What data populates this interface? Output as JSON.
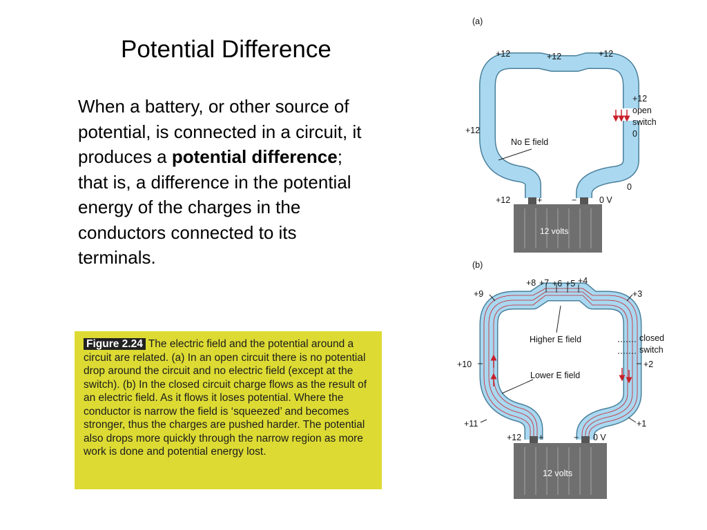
{
  "slide": {
    "title": "Potential Difference",
    "body": {
      "part1": "When a battery, or other source of potential, is connected in a circuit, it produces a ",
      "bold": "potential difference",
      "part2": "; that is, a difference in the potential energy of the charges in the conductors connected to its terminals."
    },
    "caption": {
      "label": "Figure 2.24",
      "text": "The electric field and the potential around a circuit are related. (a) In an open circuit there is no potential drop around the circuit and no electric field (except at the switch). (b) In the closed circuit charge flows as the result of an electric field. As it flows it loses potential. Where the conductor is narrow the field is ‘squeezed’ and becomes stronger, thus the charges are pushed harder. The potential also drops more quickly through the narrow region as more work is done and potential energy lost."
    }
  },
  "diagram_a": {
    "panel_label": "(a)",
    "wire_label": "No E field",
    "battery_label": "12 volts",
    "plus": "+",
    "minus": "−",
    "voltages": {
      "top_left": "+12",
      "top_mid": "+12",
      "top_right": "+12",
      "switch_top": "+12",
      "switch_text1": "open",
      "switch_text2": "switch",
      "switch_bottom": "0",
      "left": "+12",
      "right_bottom": "0",
      "terminal_pos": "+12",
      "terminal_neg": "0 V"
    }
  },
  "diagram_b": {
    "panel_label": "(b)",
    "higher_label": "Higher E field",
    "lower_label": "Lower E field",
    "switch_text1": "closed",
    "switch_text2": "switch",
    "battery_label": "12 volts",
    "plus": "+",
    "minus": "−",
    "voltages": {
      "v8": "+8",
      "v7": "+7",
      "v6": "+6",
      "v5": "+5",
      "v4": "+4",
      "v9": "+9",
      "v3": "+3",
      "v10": "+10",
      "v2": "+2",
      "v11": "+11",
      "v1": "+1",
      "terminal_pos": "+12",
      "terminal_neg": "0 V"
    }
  },
  "colors": {
    "wire_fill": "#a9d8f0",
    "wire_stroke": "#4a7f9a",
    "battery": "#6f6f6f",
    "arrow": "#c8202a",
    "caption_bg": "#dddb33"
  }
}
